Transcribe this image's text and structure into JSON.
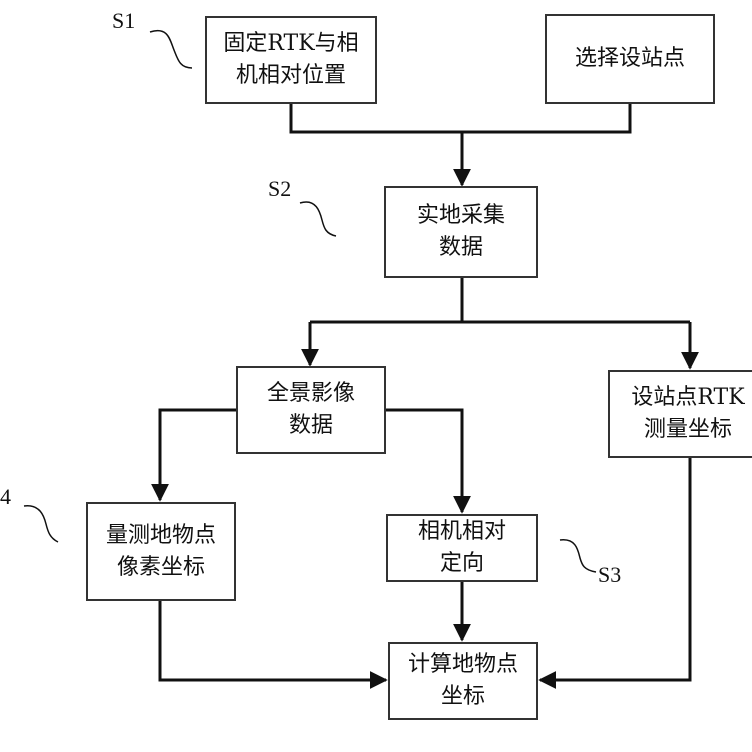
{
  "boxes": {
    "fix_rtk": "固定RTK与相\n机相对位置",
    "select_station": "选择设站点",
    "field_collect": "实地采集\n数据",
    "panorama": "全景影像\n数据",
    "rtk_coords": "设站点RTK\n测量坐标",
    "pixel_coords": "量测地物点\n像素坐标",
    "rel_orient": "相机相对\n定向",
    "compute": "计算地物点\n坐标"
  },
  "steps": {
    "s1": "S1",
    "s2": "S2",
    "s3": "S3",
    "s4": "4"
  },
  "colors": {
    "line": "#111111",
    "border": "#333333"
  }
}
